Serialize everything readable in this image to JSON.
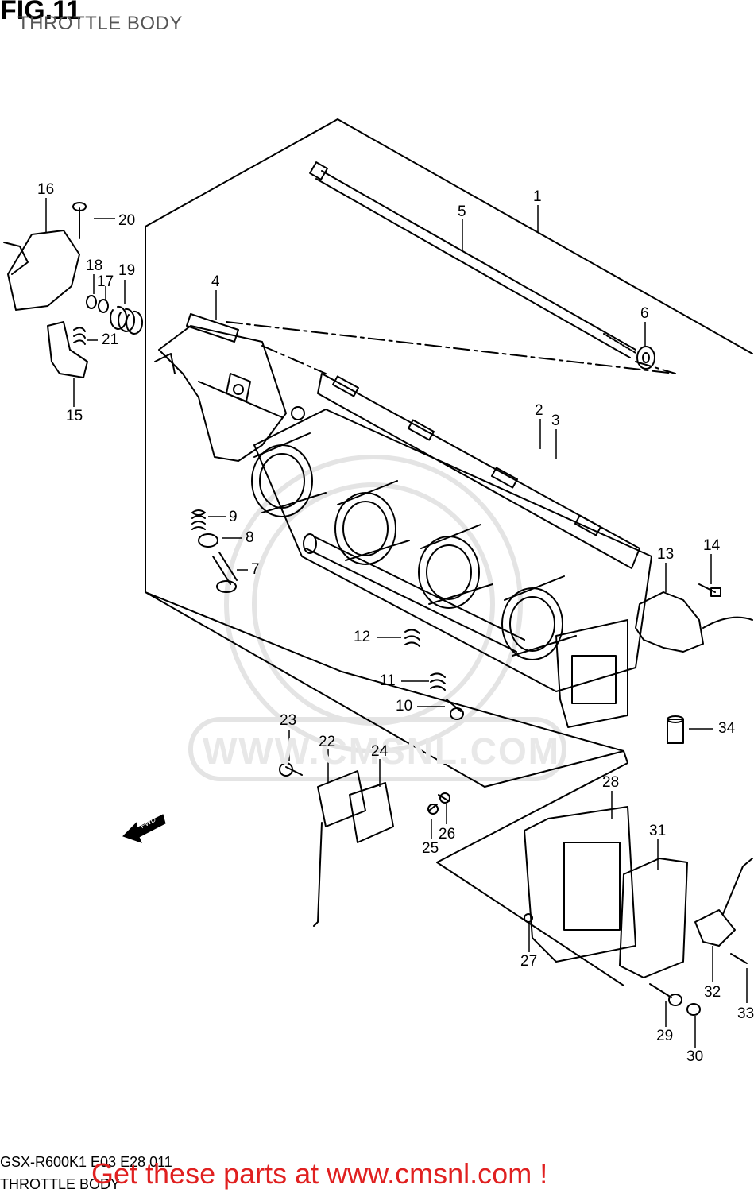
{
  "figure": {
    "number": "FIG.11",
    "title": "THROTTLE BODY"
  },
  "footer": {
    "model_code": "GSX-R600K1 E03 E28 011",
    "section_name": "THROTTLE BODY"
  },
  "promo": {
    "text": "Get these parts at www.cmsnl.com !",
    "color": "#e02020"
  },
  "watermark": {
    "text": "WWW.CMSNL.COM"
  },
  "fwd_arrow": {
    "label": "FWD"
  },
  "part_labels": [
    "1",
    "2",
    "3",
    "4",
    "5",
    "6",
    "7",
    "8",
    "9",
    "10",
    "11",
    "12",
    "13",
    "14",
    "15",
    "16",
    "17",
    "18",
    "19",
    "20",
    "21",
    "22",
    "23",
    "24",
    "25",
    "26",
    "27",
    "28",
    "29",
    "30",
    "31",
    "32",
    "33",
    "34"
  ]
}
